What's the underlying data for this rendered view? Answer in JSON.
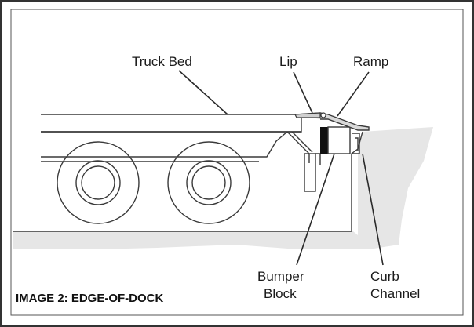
{
  "labels": {
    "truck_bed": "Truck Bed",
    "lip": "Lip",
    "ramp": "Ramp",
    "bumper_line1": "Bumper",
    "bumper_line2": "Block",
    "curb_line1": "Curb",
    "curb_line2": "Channel"
  },
  "caption": "IMAGE 2: EDGE-OF-DOCK",
  "colors": {
    "frame": "#333333",
    "ground": "#e6e6e6",
    "bumper": "#111111"
  }
}
